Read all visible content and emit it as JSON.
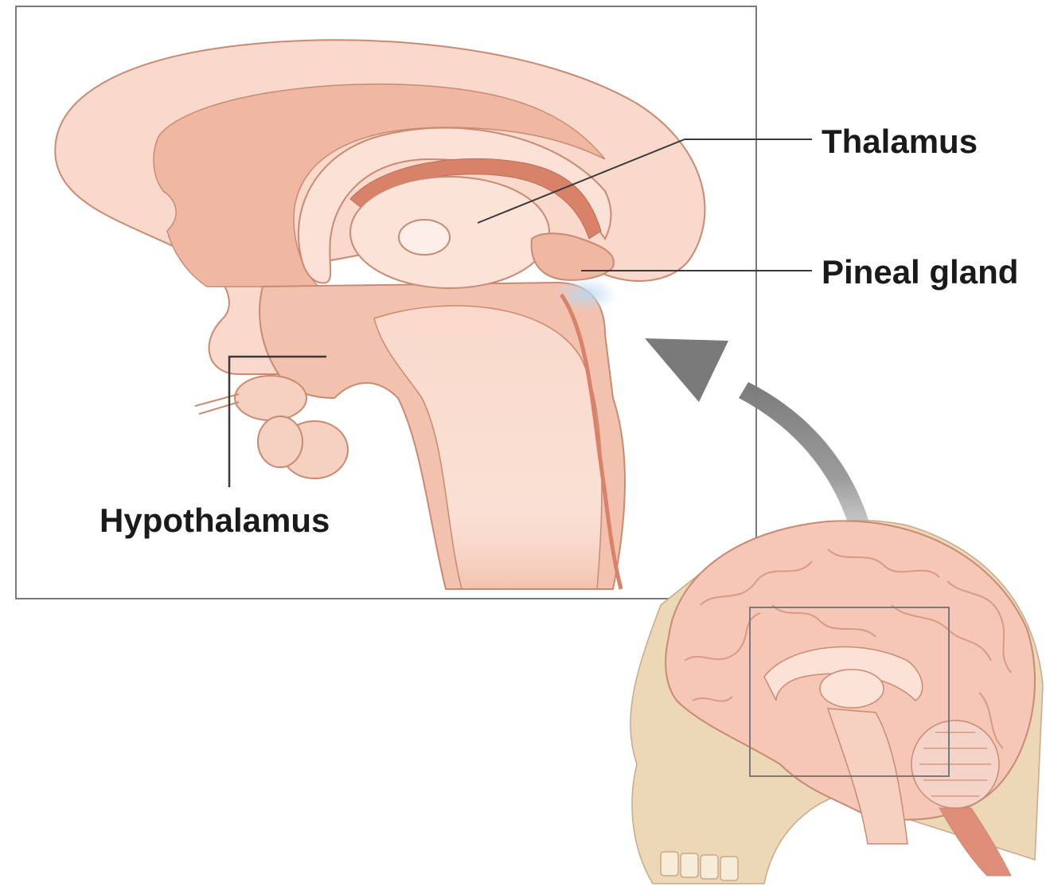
{
  "labels": {
    "thalamus": "Thalamus",
    "pineal_gland": "Pineal gland",
    "hypothalamus": "Hypothalamus"
  },
  "colors": {
    "tissue_light": "#f9d9cc",
    "tissue_mid": "#f4c3b0",
    "tissue_dark": "#e9a58c",
    "tissue_deep": "#d9826a",
    "outline": "#c98a72",
    "frame": "#7a7a7a",
    "arrow": "#808080",
    "skull": "#ecd7b6",
    "leader": "#3a3a3a",
    "text": "#1a1a1a"
  }
}
